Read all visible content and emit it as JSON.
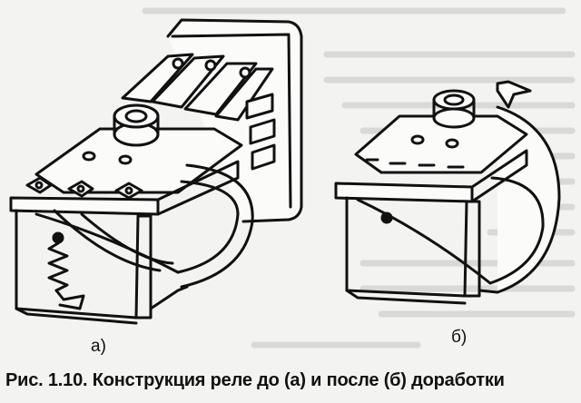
{
  "figure": {
    "caption": "Рис. 1.10. Конструкция реле до (а) и после (б) доработки",
    "label_a": "а)",
    "label_b": "б)"
  }
}
